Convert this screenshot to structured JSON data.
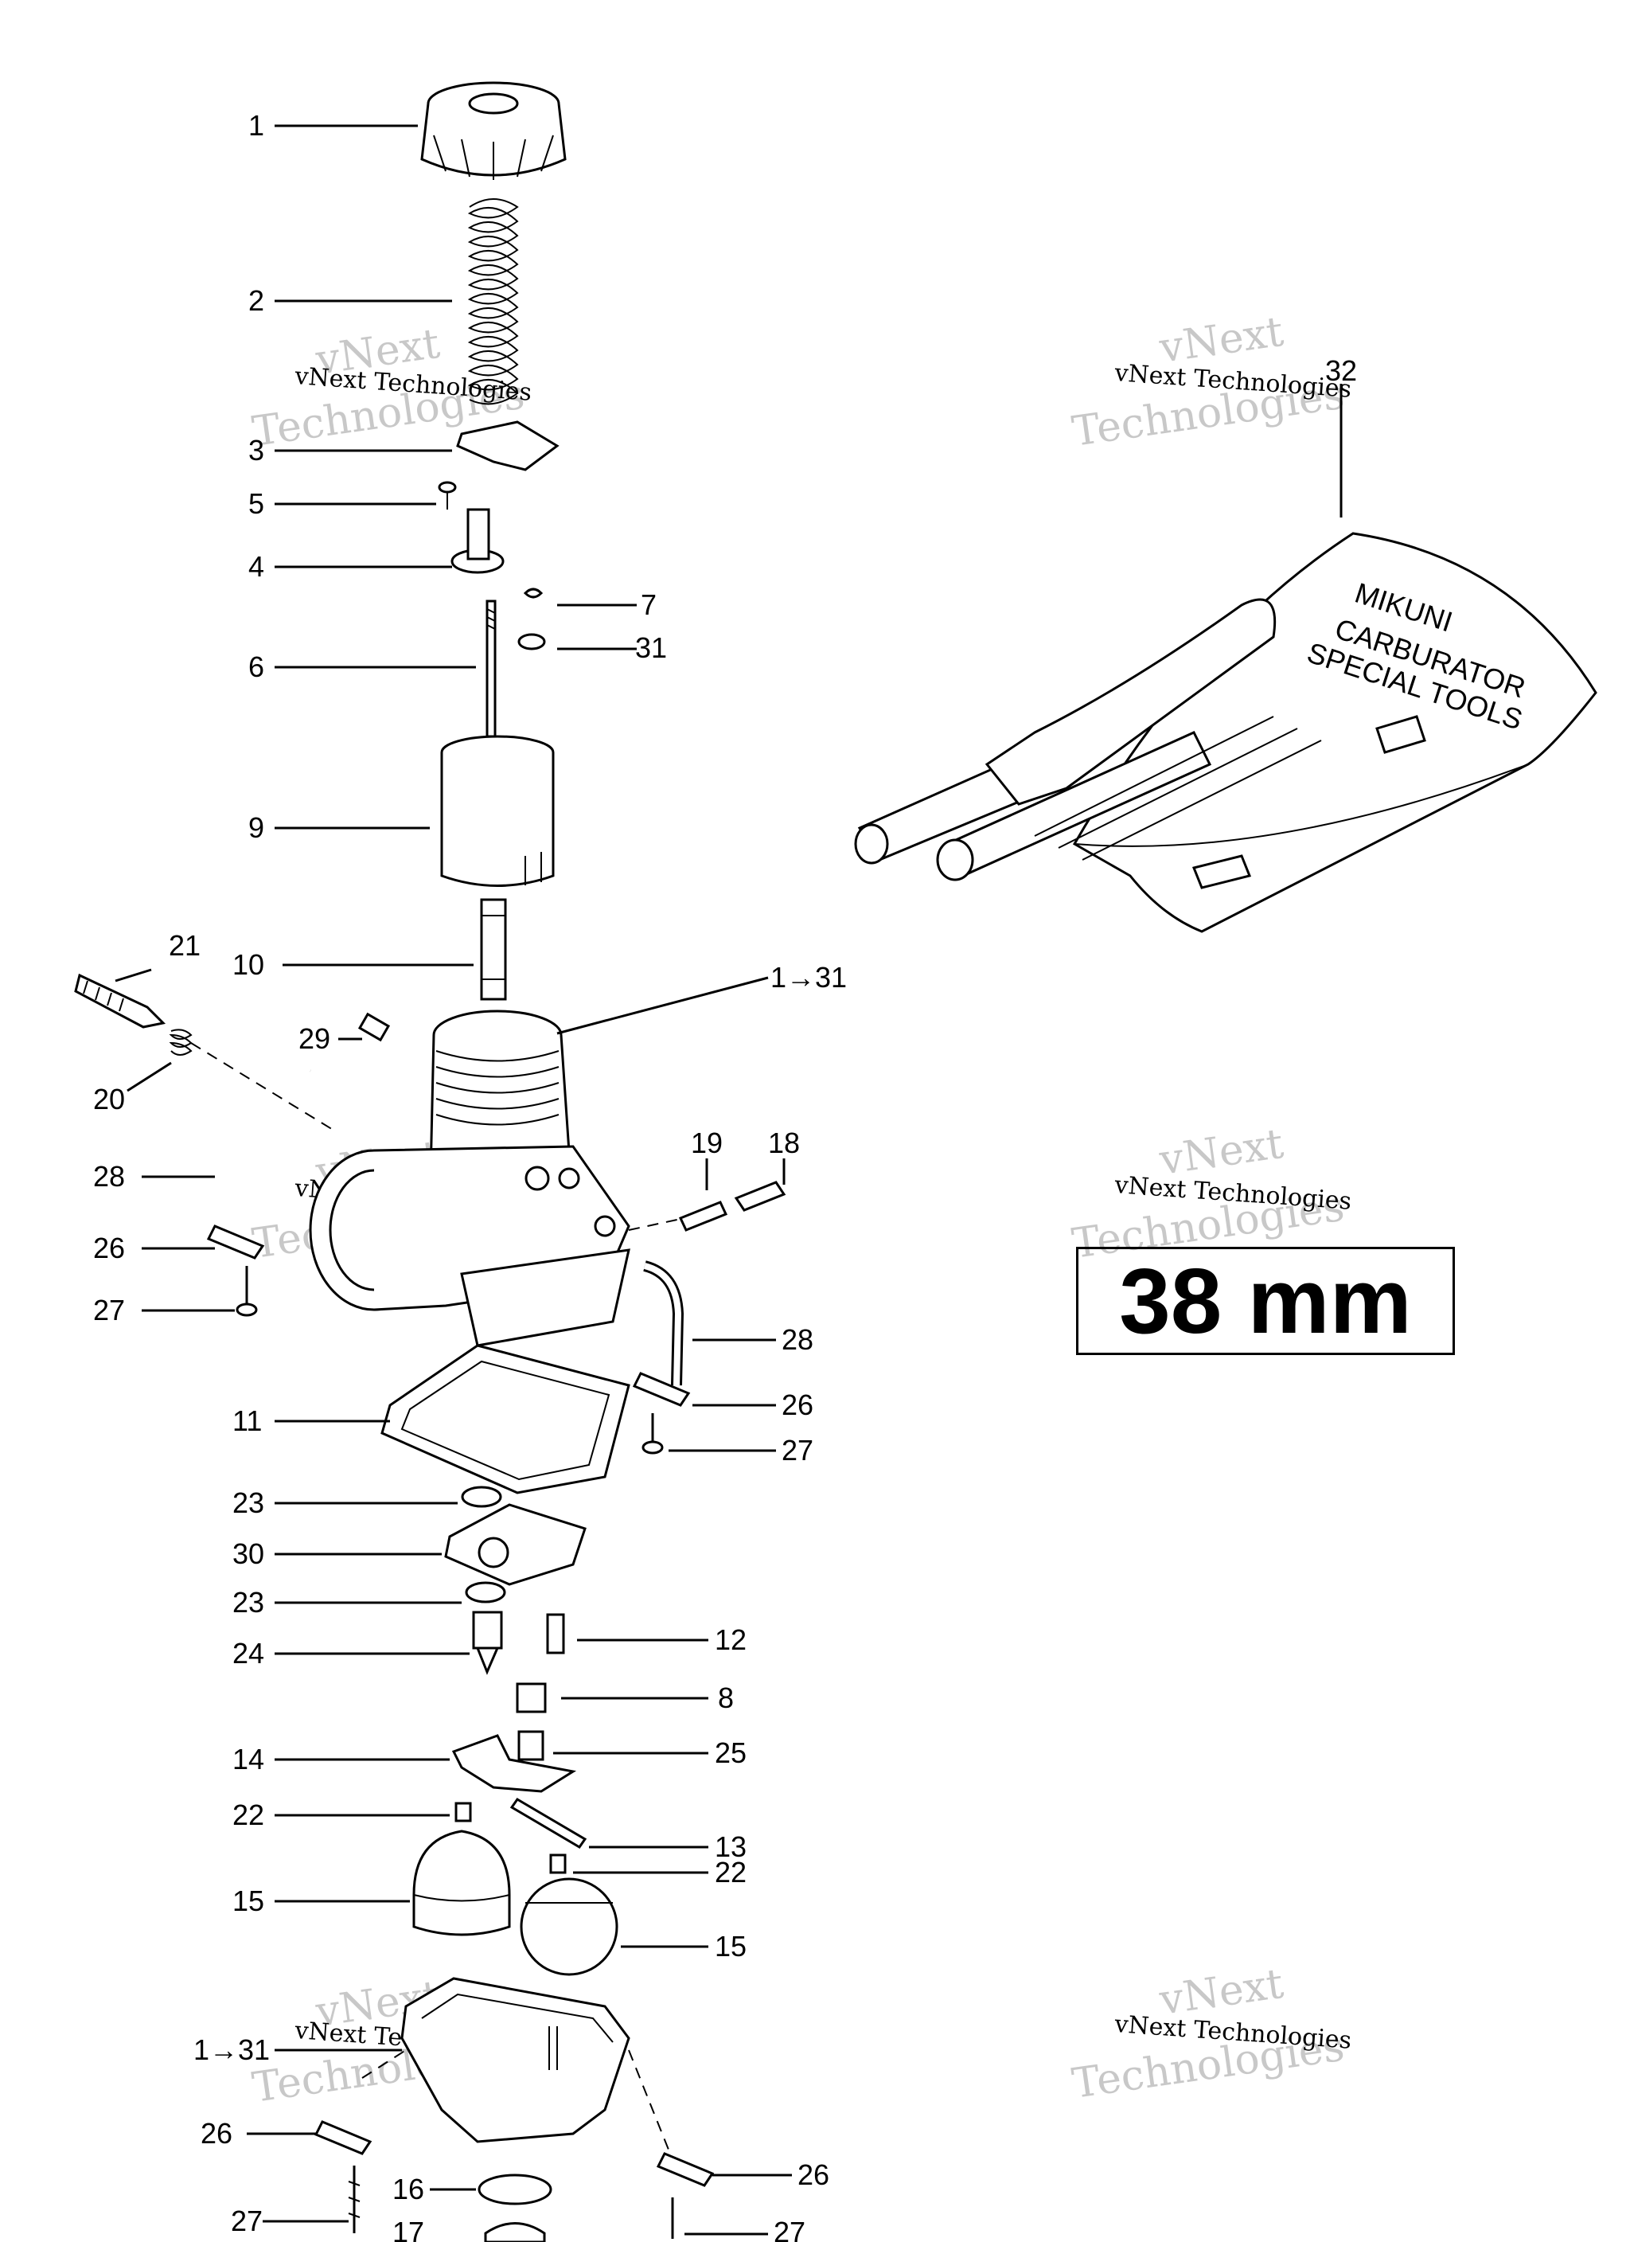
{
  "diagram": {
    "size_label": "38 mm",
    "watermark": {
      "brand": "vNext",
      "word": "Technologies",
      "full": "vNext Technologies"
    },
    "callouts": {
      "c1": "1",
      "c2": "2",
      "c3": "3",
      "c4": "4",
      "c5": "5",
      "c6": "6",
      "c7": "7",
      "c31": "31",
      "c9": "9",
      "c10": "10",
      "c21": "21",
      "c1to31_top": "1→31",
      "c29": "29",
      "c20": "20",
      "c28_left": "28",
      "c19": "19",
      "c18": "18",
      "c26_left": "26",
      "c27_left": "27",
      "c28_right": "28",
      "c26_right": "26",
      "c11": "11",
      "c27_right": "27",
      "c23_a": "23",
      "c30": "30",
      "c23_b": "23",
      "c12": "12",
      "c24": "24",
      "c8": "8",
      "c14": "14",
      "c25": "25",
      "c22_a": "22",
      "c13": "13",
      "c22_b": "22",
      "c15_left": "15",
      "c15_right": "15",
      "c1to31_bottom": "1→31",
      "c26_bl": "26",
      "c26_br": "26",
      "c16": "16",
      "c27_bl": "27",
      "c17": "17",
      "c27_br": "27",
      "c32": "32"
    },
    "tool_roll_text": [
      "MIKUNI",
      "CARBURATOR",
      "SPECIAL TOOLS"
    ]
  }
}
